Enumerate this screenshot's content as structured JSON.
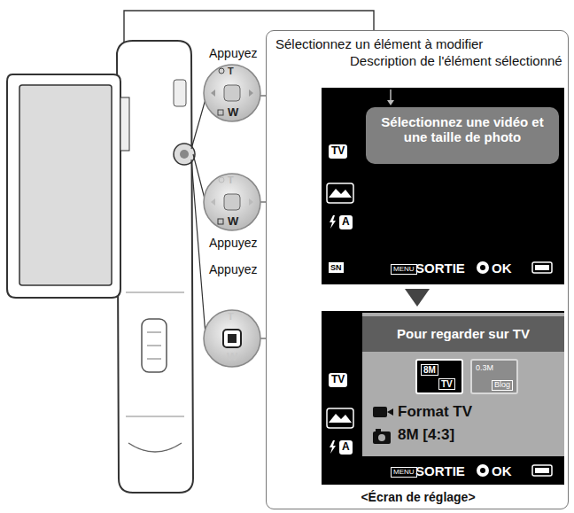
{
  "diagram": {
    "nodes": [
      {
        "text": [
          "Sélectionnez un élément à modifier",
          "Description de l'élément sélectionné",
          "<Écran de réglage>"
        ]
      },
      {
        "text": [
          "TV",
          "A",
          "SN",
          "MENU",
          "SORTIE",
          "OK"
        ],
        "in": 0
      },
      {
        "text": [
          "Sélectionnez une vidéo et une taille de photo"
        ],
        "in": 1
      },
      {
        "text": [
          "TV",
          "A",
          "MENU",
          "SORTIE",
          "OK"
        ],
        "in": 0
      },
      {
        "text": [
          "Pour regarder sur TV"
        ],
        "in": 3
      },
      {
        "text": [
          "8M",
          "TV"
        ],
        "in": 3
      },
      {
        "text": [
          "0.3M",
          "Blog"
        ],
        "in": 3
      },
      {
        "text": [
          "Format TV",
          "8M [4:3]"
        ],
        "in": 3
      }
    ],
    "edges": [
      {
        "from": 1,
        "to": 3,
        "arrow": "to"
      }
    ],
    "labels": [
      "Appuyez",
      "Appuyez",
      "Appuyez",
      "T",
      "W",
      "T",
      "W",
      "T",
      "W"
    ]
  }
}
